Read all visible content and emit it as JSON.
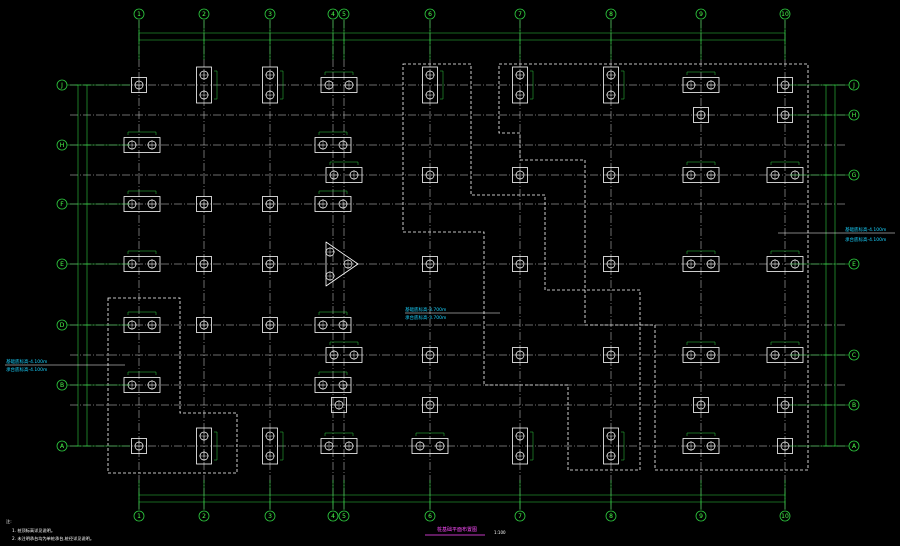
{
  "colors": {
    "background": "#000000",
    "grid_axis": "#d9d9d9",
    "bubble": "#2ecc40",
    "dimension": "#2ecc40",
    "footing": "#ffffff",
    "dashed_zone": "#ffffff",
    "annotation": "#19d3ff",
    "title": "#ff4cff"
  },
  "columns": [
    {
      "label": "1"
    },
    {
      "label": "2"
    },
    {
      "label": "3"
    },
    {
      "label": "4"
    },
    {
      "label": "5"
    },
    {
      "label": "6"
    },
    {
      "label": "7"
    },
    {
      "label": "8"
    },
    {
      "label": "9"
    },
    {
      "label": "10"
    }
  ],
  "rows": [
    {
      "label": "J"
    },
    {
      "label": "H"
    },
    {
      "label": "G"
    },
    {
      "label": "F"
    },
    {
      "label": "E"
    },
    {
      "label": "D"
    },
    {
      "label": "C"
    },
    {
      "label": "B"
    },
    {
      "label": "A"
    }
  ],
  "annotations": {
    "left_line1": "基础底标高-4.100m",
    "left_line2": "承台底标高-4.100m",
    "center_line1": "基础底标高-3.700m",
    "center_line2": "承台底标高-3.700m",
    "right_line1": "基础底标高-4.100m",
    "right_line2": "承台底标高-4.100m"
  },
  "notes": {
    "heading": "注:",
    "line1": "1. 桩顶标高详见说明。",
    "line2": "2. 未注明承台均为单桩承台,桩径详见说明。"
  },
  "title": {
    "text": "桩基础平面布置图",
    "scale": "1:100"
  }
}
